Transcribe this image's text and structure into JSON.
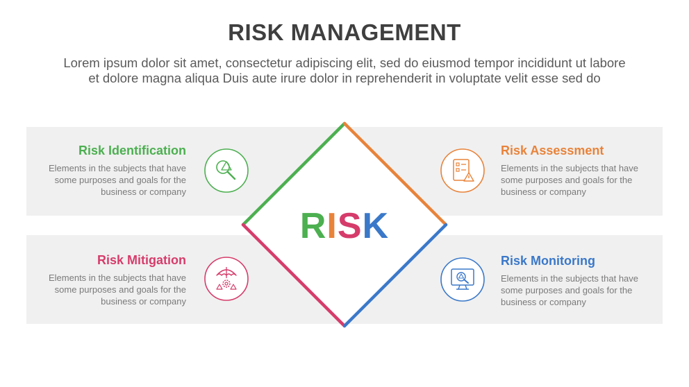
{
  "header": {
    "title": "RISK MANAGEMENT",
    "subtitle_line1": "Lorem ipsum dolor sit amet, consectetur adipiscing elit, sed do eiusmod tempor incididunt ut labore",
    "subtitle_line2": "et dolore magna aliqua Duis aute irure dolor in reprehenderit in voluptate velit esse sed do"
  },
  "center": {
    "letters": [
      {
        "char": "R",
        "color": "#4caf50"
      },
      {
        "char": "I",
        "color": "#e8833a"
      },
      {
        "char": "S",
        "color": "#d63c6b"
      },
      {
        "char": "K",
        "color": "#3a78c9"
      }
    ]
  },
  "colors": {
    "green": "#4caf50",
    "orange": "#e8833a",
    "pink": "#d63c6b",
    "blue": "#3a78c9",
    "band": "#f0f0f0"
  },
  "items": {
    "identification": {
      "title": "Risk Identification",
      "desc_line1": "Elements in the subjects that have",
      "desc_line2": "some purposes and goals for the",
      "desc_line3": "business or company",
      "icon": "magnifier-warning-icon"
    },
    "assessment": {
      "title": "Risk Assessment",
      "desc_line1": "Elements in the subjects that have",
      "desc_line2": "some purposes and goals for the",
      "desc_line3": "business or company",
      "icon": "checklist-warning-icon"
    },
    "mitigation": {
      "title": "Risk Mitigation",
      "desc_line1": "Elements in the subjects that have",
      "desc_line2": "some purposes and goals for the",
      "desc_line3": "business or company",
      "icon": "umbrella-gear-icon"
    },
    "monitoring": {
      "title": "Risk Monitoring",
      "desc_line1": "Elements in the subjects that have",
      "desc_line2": "some purposes and goals for the",
      "desc_line3": "business or company",
      "icon": "monitor-warning-icon"
    }
  }
}
